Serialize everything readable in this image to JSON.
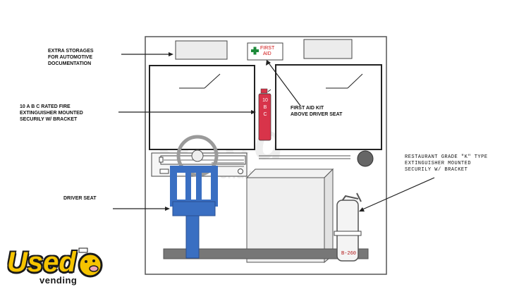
{
  "labels": {
    "extra_storages": "EXTRA STORAGES\nFOR AUTOMOTIVE\nDOCUMENTATION",
    "fire_extinguisher": "10 A B C RATED FIRE\nEXTINGUISHER MOUNTED\nSECURILY W/ BRACKET",
    "first_aid_kit": "FIRST AID KIT\nABOVE DRIVER SEAT",
    "driver_seat": "DRIVER SEAT",
    "k_extinguisher": "RESTAURANT GRADE \"K\" TYPE\nEXTINGUISHER MOUNTED\nSECURILY W/ BRACKET"
  },
  "first_aid_box": {
    "text_line1": "FIRST",
    "text_line2": "AID"
  },
  "abc_extinguisher": {
    "text": "10\nB\nC"
  },
  "k_extinguisher_tag": "B-260",
  "watermark": {
    "word": "Used",
    "sub": "vending"
  },
  "logo": {
    "word": "Used",
    "sub": "vending"
  },
  "colors": {
    "seat_blue": "#3a6fc2",
    "extinguisher_red": "#d8344a",
    "first_aid_green": "#1c8a3a",
    "logo_yellow": "#f6c400"
  }
}
